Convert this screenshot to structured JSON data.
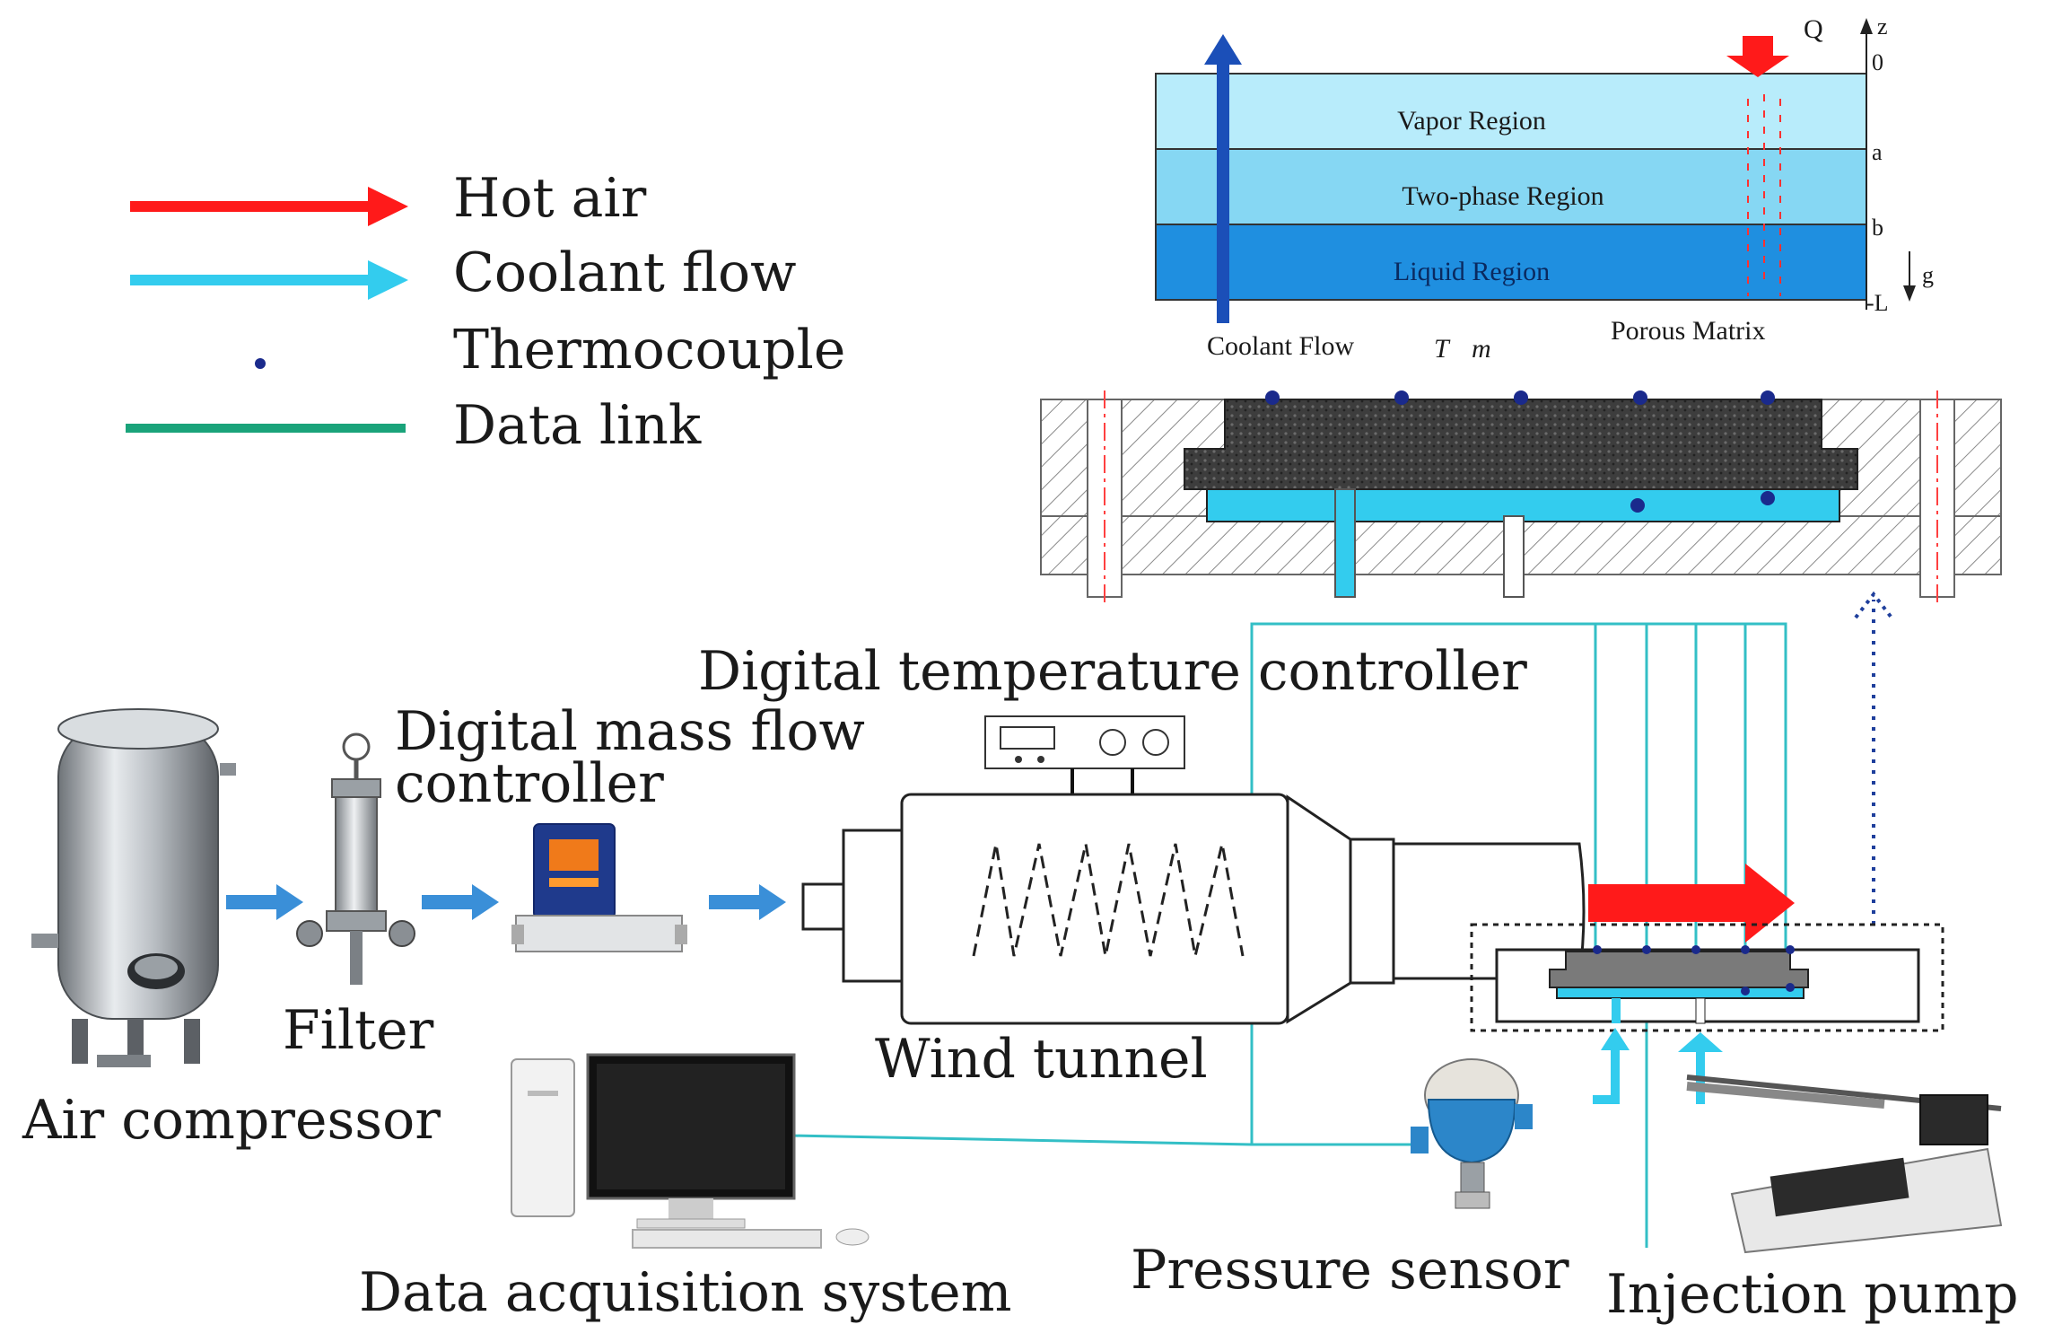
{
  "legend": {
    "hot_air": "Hot air",
    "coolant_flow": "Coolant flow",
    "thermocouple": "Thermocouple",
    "data_link": "Data link"
  },
  "labels": {
    "air_compressor": "Air compressor",
    "filter": "Filter",
    "mass_flow_line1": "Digital mass flow",
    "mass_flow_line2": "controller",
    "temp_controller": "Digital temperature controller",
    "wind_tunnel": "Wind tunnel",
    "data_acquisition": "Data acquisition system",
    "pressure_sensor": "Pressure sensor",
    "injection_pump": "Injection pump"
  },
  "regions": {
    "vapor": "Vapor Region",
    "two_phase": "Two-phase Region",
    "liquid": "Liquid Region",
    "coolant_flow": "Coolant Flow",
    "coolant_vars": "T",
    "coolant_var_m": "m",
    "porous_matrix": "Porous Matrix",
    "q": "Q",
    "z": "z",
    "zero": "0",
    "a": "a",
    "b": "b",
    "neg_l": "-L",
    "g": "g"
  },
  "colors": {
    "hot_air": "#ff1a1a",
    "coolant": "#33ccee",
    "thermocouple": "#1a2a8c",
    "data_link": "#1aa37a",
    "vapor": "#b8ecfb",
    "two_phase": "#86d7f3",
    "liquid": "#1f8fe0"
  }
}
